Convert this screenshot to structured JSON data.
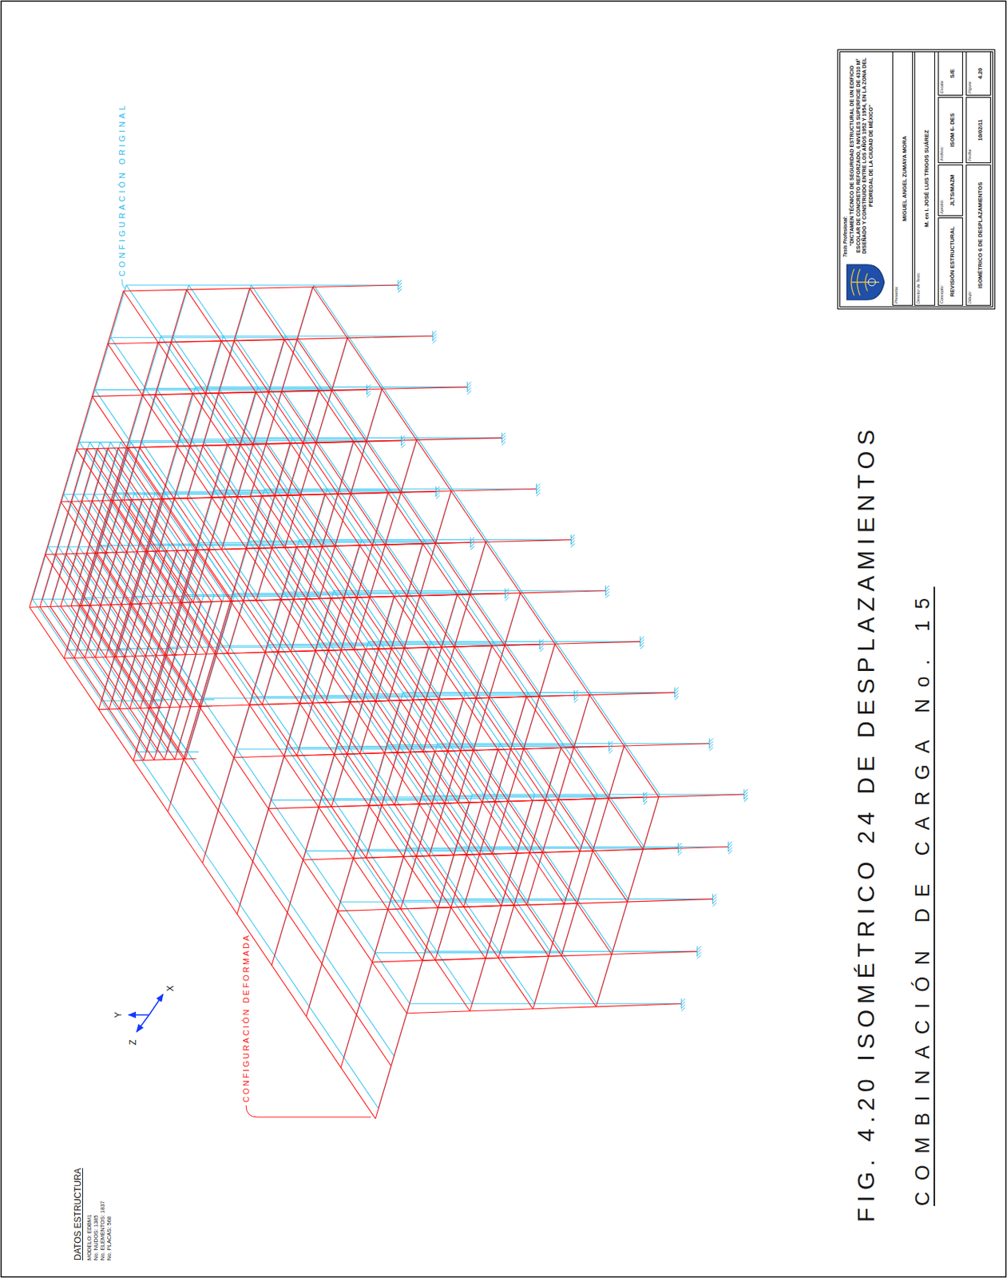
{
  "diagram": {
    "title": "FIG. 4.20 ISOMÉTRICO 24 DE DESPLAZAMIENTOS",
    "caption": "COMBINACIÓN DE CARGA No. 15",
    "nodes": [
      {
        "text": [
          "Tesis Profesional:",
          "\"DICTAMEN TÉCNICO DE SEGURIDAD ESTRUCTURAL DE UN EDIFICIO ESCOLAR DE CONCRETO REFORZADO, 6 NIVELES SUPERFICIE DE 4310 M² DISEÑADO Y CONSTRUIDO ENTRE LOS AÑOS 1952 Y 1954, EN LA ZONA DEL PEDREGAL DE LA CIUDAD DE MÉXICO\""
        ]
      },
      {
        "text": [
          "Presenta:",
          "MIGUEL ANGEL ZUMAYA MORA"
        ],
        "in": 0
      },
      {
        "text": [
          "Director de Tesis:",
          "M. en I. JOSÉ LUIS TRIGOS SUÁREZ"
        ],
        "in": 0
      },
      {
        "text": [
          "Concepto:",
          "REVISIÓN ESTRUCTURAL"
        ],
        "in": 0
      },
      {
        "text": [
          "Aprobó:",
          "JLTS/MAZM"
        ],
        "in": 0
      },
      {
        "text": [
          "Archivo:",
          "ISOM 6- DES"
        ],
        "in": 0
      },
      {
        "text": [
          "Escala:",
          "S/E"
        ],
        "in": 0
      },
      {
        "text": [
          "Dibujo:",
          "ISOMÉTRICO 6 DE DESPLAZAMIENTOS"
        ],
        "in": 0
      },
      {
        "text": [
          "Fecha:",
          "10/02/11"
        ],
        "in": 0
      },
      {
        "text": [
          "Figura:",
          "4.20"
        ],
        "in": 0
      }
    ],
    "labels": [
      "CONFIGURACIÓN ORIGINAL",
      "CONFIGURACIÓN DEFORMADA",
      "DATOS ESTRUCTURA",
      "MODELO: EDBM1",
      "No. NUDOS: 1385",
      "No. ELEMENTOS: 1837",
      "No. PLACAS: 568",
      "Y",
      "X",
      "Z"
    ]
  }
}
